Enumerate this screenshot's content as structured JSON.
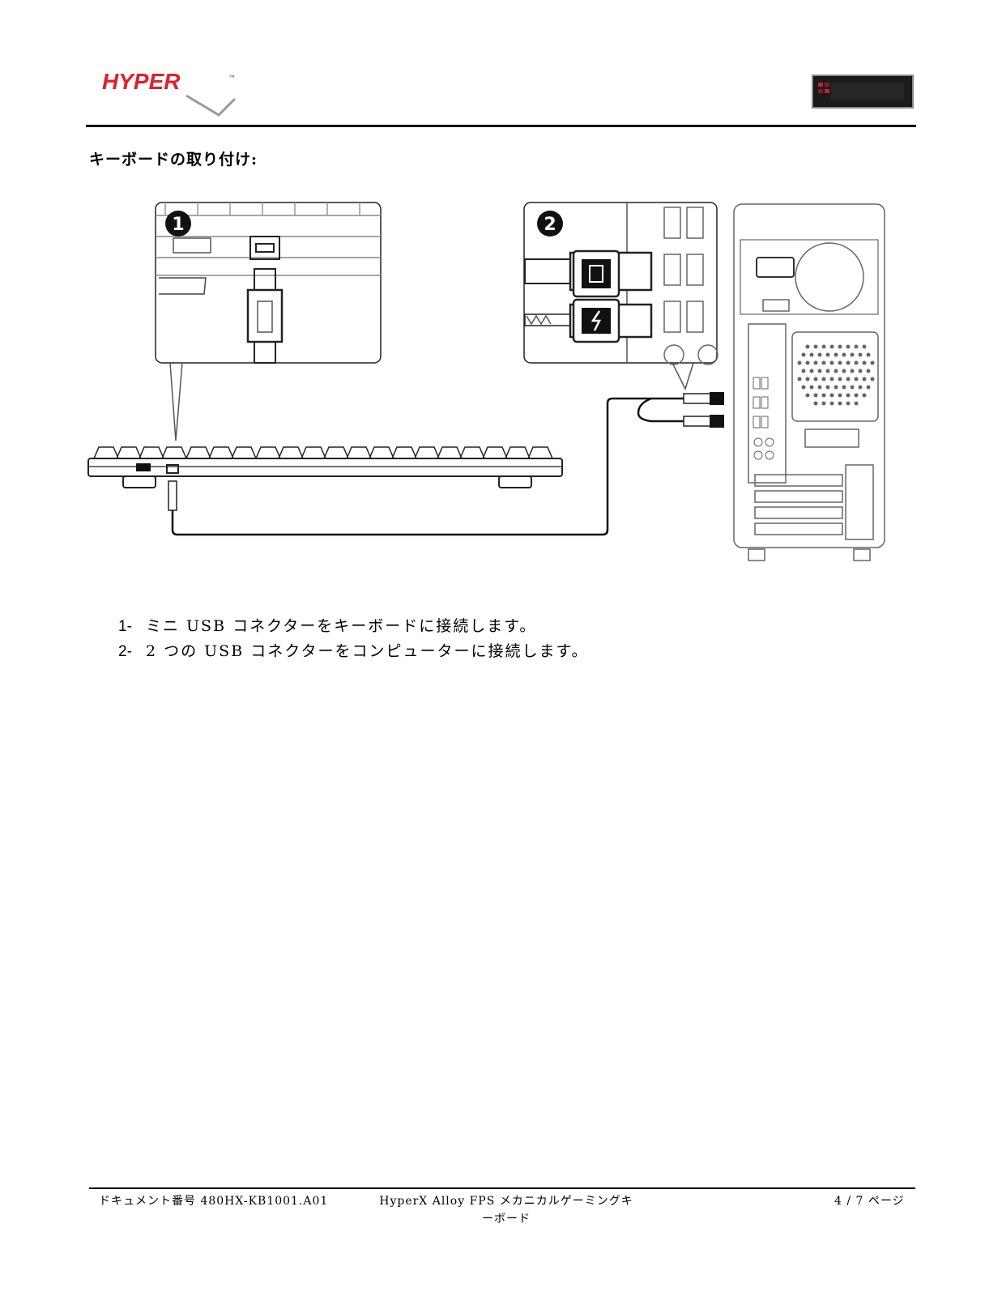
{
  "header": {
    "logo_text": "HYPER",
    "logo_tm": "™"
  },
  "section": {
    "title": "キーボードの取り付け:"
  },
  "diagram": {
    "callouts": [
      "1",
      "2"
    ]
  },
  "steps": [
    {
      "num": "1-",
      "text": "ミニ USB コネクターをキーボードに接続します。"
    },
    {
      "num": "2-",
      "text": "2 つの USB コネクターをコンピューターに接続します。"
    }
  ],
  "footer": {
    "doc_number": "ドキュメント番号 480HX-KB1001.A01",
    "product_line1": "HyperX Alloy FPS メカニカルゲーミングキ",
    "product_line2": "ーボード",
    "page": "4 / 7 ページ"
  },
  "colors": {
    "brand_red": "#e0202a",
    "logo_gray": "#9a9a9a"
  }
}
